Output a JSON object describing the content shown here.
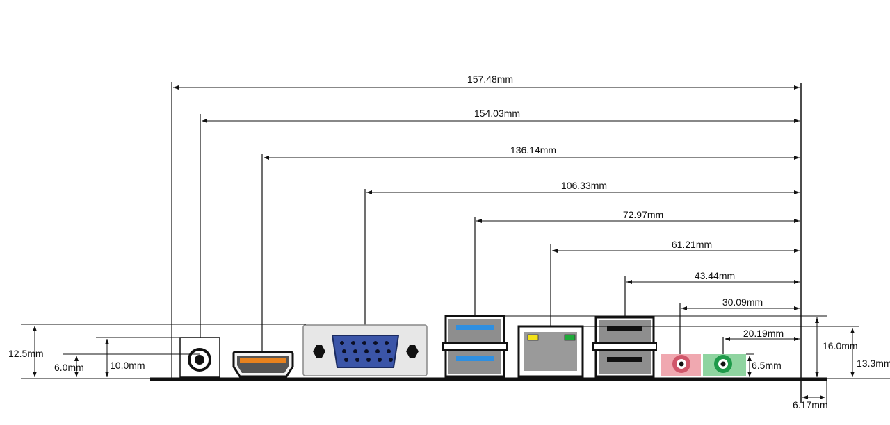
{
  "horizontal_dimensions": [
    {
      "id": "dim-157",
      "label": "157.48mm"
    },
    {
      "id": "dim-154",
      "label": "154.03mm"
    },
    {
      "id": "dim-136",
      "label": "136.14mm"
    },
    {
      "id": "dim-106",
      "label": "106.33mm"
    },
    {
      "id": "dim-72",
      "label": "72.97mm"
    },
    {
      "id": "dim-61",
      "label": "61.21mm"
    },
    {
      "id": "dim-43",
      "label": "43.44mm"
    },
    {
      "id": "dim-30",
      "label": "30.09mm"
    },
    {
      "id": "dim-20",
      "label": "20.19mm"
    }
  ],
  "left_dimensions": {
    "total_height": "12.5mm",
    "dc_jack_center": "6.0mm",
    "dc_jack_height": "10.0mm"
  },
  "right_dimensions": {
    "usb_height": "16.0mm",
    "rj45_height": "13.3mm",
    "audio_height": "6.5mm",
    "offset": "6.17mm"
  },
  "colors": {
    "line": "#111111",
    "hdmi_accent": "#e8821e",
    "vga_body": "#2b3f8c",
    "usb_accent": "#2f8fe0",
    "led_yellow": "#f3e21a",
    "led_green": "#1faa3a",
    "audio_pink": "#f0a8b0",
    "audio_pink_ring": "#d0566a",
    "audio_green": "#8fd4a0",
    "audio_green_ring": "#1f9a4a"
  }
}
